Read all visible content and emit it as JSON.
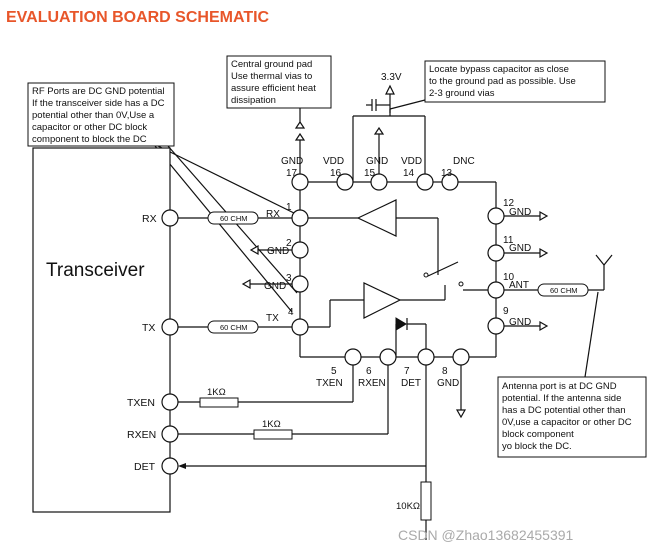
{
  "title": "EVALUATION BOARD SCHEMATIC",
  "callouts": {
    "rf_ports": [
      "RF Ports are DC GND potential",
      "If the transceiver side has a DC",
      "potential other than 0V,Use a",
      "capacitor or other DC block",
      "component to block the DC"
    ],
    "ground_pad": [
      "Central ground pad",
      "Use thermal vias to",
      "assure efficient heat",
      "dissipation"
    ],
    "bypass": [
      "Locate bypass capacitor as close",
      "to the ground pad as possible. Use",
      "2-3 ground vias"
    ],
    "antenna": [
      "Antenna port is at DC GND",
      "potential. If the antenna side",
      "has a DC potential other than",
      "0V,use a capacitor or other DC",
      "block component",
      "yo block the DC."
    ]
  },
  "transceiver": {
    "label": "Transceiver",
    "pins": [
      "RX",
      "TX",
      "TXEN",
      "RXEN",
      "DET"
    ]
  },
  "chip_pins": {
    "p1": {
      "num": "1",
      "name": "RX"
    },
    "p2": {
      "num": "2",
      "name": "GND"
    },
    "p3": {
      "num": "3",
      "name": "GND"
    },
    "p4": {
      "num": "4",
      "name": "TX"
    },
    "p5": {
      "num": "5",
      "name": "TXEN"
    },
    "p6": {
      "num": "6",
      "name": "RXEN"
    },
    "p7": {
      "num": "7",
      "name": "DET"
    },
    "p8": {
      "num": "8",
      "name": "GND"
    },
    "p9": {
      "num": "9",
      "name": "GND"
    },
    "p10": {
      "num": "10",
      "name": "ANT"
    },
    "p11": {
      "num": "11",
      "name": "GND"
    },
    "p12": {
      "num": "12",
      "name": "GND"
    },
    "p13": {
      "num": "13",
      "name": "DNC"
    },
    "p14": {
      "num": "14",
      "name": "VDD"
    },
    "p15": {
      "num": "15",
      "name": "GND"
    },
    "p16": {
      "num": "16",
      "name": "VDD"
    },
    "p17": {
      "num": "17",
      "name": "GND"
    }
  },
  "components": {
    "line_rx": "60 CHM",
    "line_tx": "60 CHM",
    "line_ant": "60 CHM",
    "r_txen": "1KΩ",
    "r_rxen": "1KΩ",
    "r_det": "10KΩ",
    "supply": "3.3V"
  },
  "watermark": "CSDN @Zhao13682455391",
  "colors": {
    "title": "#e8562a",
    "line": "#111111",
    "watermark": "#aaaaaa"
  }
}
